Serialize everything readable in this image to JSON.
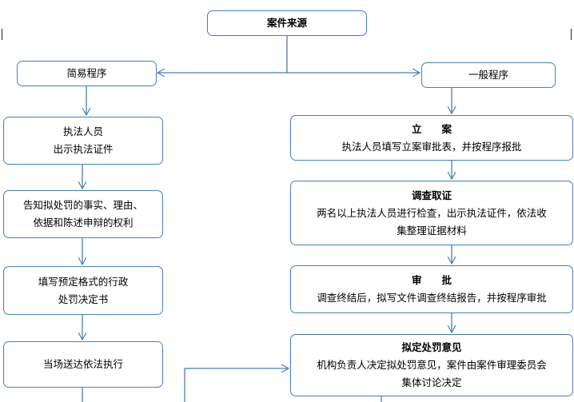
{
  "source": "案件来源",
  "simple": {
    "title": "简易程序",
    "steps": [
      [
        "执法人员",
        "出示执法证件"
      ],
      [
        "告知拟处罚的事实、理由、",
        "依据和陈述申辩的权利"
      ],
      [
        "填写预定格式的行政",
        "处罚决定书"
      ],
      [
        "当场送达依法执行"
      ]
    ]
  },
  "general": {
    "title": "一般程序",
    "steps": [
      {
        "title": "立　　案",
        "lines": [
          "执法人员填写立案审批表，并按程序报批"
        ]
      },
      {
        "title": "调查取证",
        "lines": [
          "两名以上执法人员进行检查，出示执法证件，依法收",
          "集整理证据材料"
        ]
      },
      {
        "title": "审　　批",
        "lines": [
          "调查终结后，拟写文件调查终结报告，并按程序审批"
        ]
      },
      {
        "title": "拟定处罚意见",
        "lines": [
          "机构负责人决定拟处罚意见，案件由案件审理委员会",
          "集体讨论决定"
        ]
      }
    ]
  }
}
